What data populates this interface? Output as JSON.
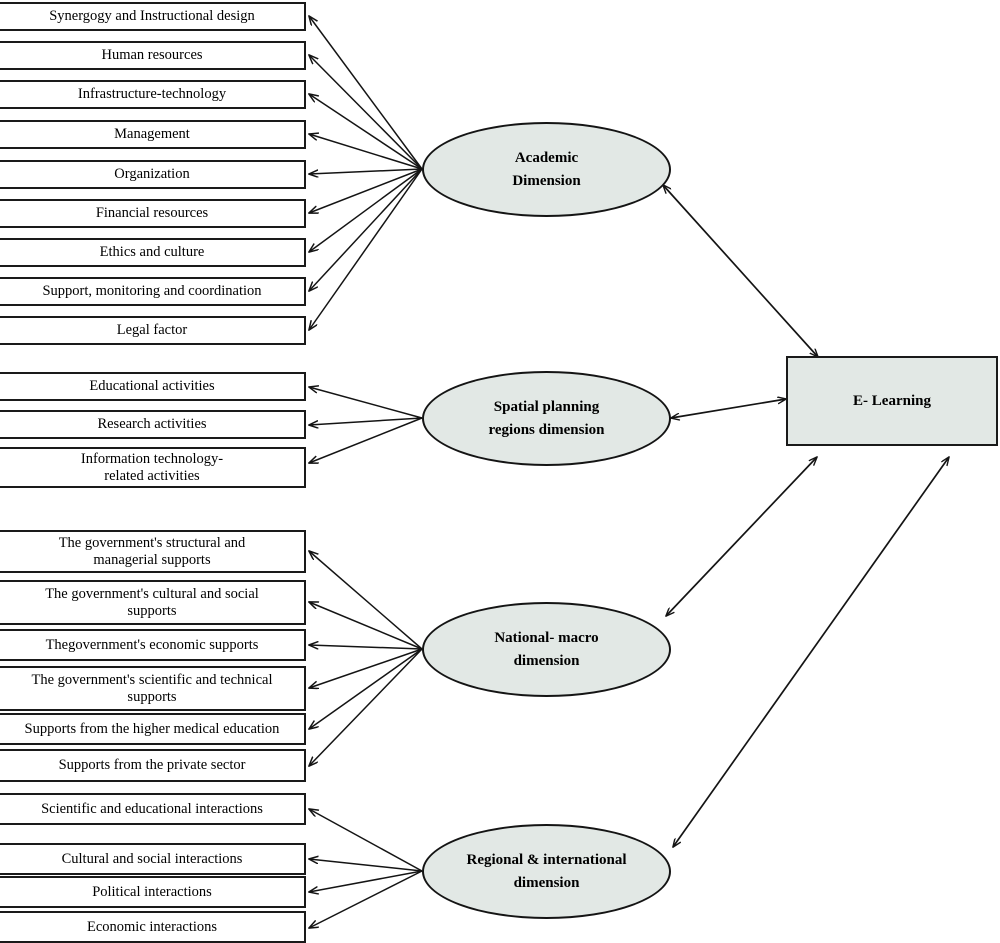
{
  "figure": {
    "type": "conceptual-model-diagram",
    "outcome": {
      "label": "E- Learning",
      "shape": "rectangle",
      "fill": "#e2e8e5"
    },
    "palette": {
      "node_fill": "#e2e8e5",
      "box_fill": "#ffffff",
      "stroke": "#1a1a1a",
      "background": "#ffffff"
    },
    "groups": [
      {
        "id": "academic",
        "dimension": {
          "label_lines": [
            "Academic",
            "Dimension"
          ],
          "shape": "ellipse"
        },
        "link_to_outcome": "double-headed",
        "indicators": [
          {
            "label": "Synergogy and Instructional design"
          },
          {
            "label": "Human resources"
          },
          {
            "label": "Infrastructure-technology"
          },
          {
            "label": "Management"
          },
          {
            "label": "Organization"
          },
          {
            "label": "Financial resources"
          },
          {
            "label": "Ethics and culture"
          },
          {
            "label": "Support, monitoring and coordination"
          },
          {
            "label": "Legal factor"
          }
        ]
      },
      {
        "id": "spatial",
        "dimension": {
          "label_lines": [
            "Spatial planning",
            "regions dimension"
          ],
          "shape": "ellipse"
        },
        "link_to_outcome": "double-headed",
        "indicators": [
          {
            "label": "Educational activities"
          },
          {
            "label": "Research activities"
          },
          {
            "label": "Information technology-\nrelated activities"
          }
        ]
      },
      {
        "id": "national",
        "dimension": {
          "label_lines": [
            "National- macro",
            "dimension"
          ],
          "shape": "ellipse"
        },
        "link_to_outcome": "double-headed",
        "indicators": [
          {
            "label": "The government's structural and\nmanagerial supports"
          },
          {
            "label": "The government's cultural and social\nsupports"
          },
          {
            "label": "Thegovernment's economic supports"
          },
          {
            "label": "The government's scientific and technical\nsupports"
          },
          {
            "label": "Supports from the higher medical education"
          },
          {
            "label": "Supports from the private sector"
          }
        ]
      },
      {
        "id": "regional",
        "dimension": {
          "label_lines": [
            "Regional & international",
            "dimension"
          ],
          "shape": "ellipse"
        },
        "link_to_outcome": "double-headed",
        "indicators": [
          {
            "label": "Scientific and educational interactions"
          },
          {
            "label": "Cultural and social interactions"
          },
          {
            "label": "Political interactions"
          },
          {
            "label": "Economic interactions"
          }
        ]
      }
    ]
  }
}
